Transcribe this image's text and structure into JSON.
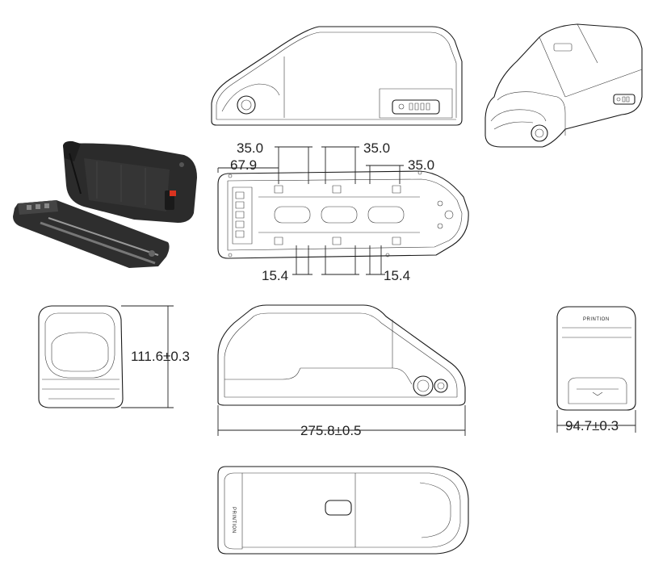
{
  "colors": {
    "line": "#1a1a1a",
    "background": "#ffffff",
    "photo_body": "#2b2b2b",
    "photo_accent": "#d9331f"
  },
  "dimensions": {
    "top_pitch_left": "35.0",
    "top_pitch_right": "35.0",
    "top_offset_left": "67.9",
    "top_offset_right": "35.0",
    "bottom_offset_left": "15.4",
    "bottom_offset_right": "15.4",
    "height": "111.6±0.3",
    "length": "275.8±0.5",
    "width": "94.7±0.3"
  },
  "labels": {
    "brand_back": "PRINTION",
    "brand_bottom": "PRINTION"
  },
  "icons": [
    "battery-photo",
    "key-lock-icon",
    "charge-indicator-icon"
  ]
}
